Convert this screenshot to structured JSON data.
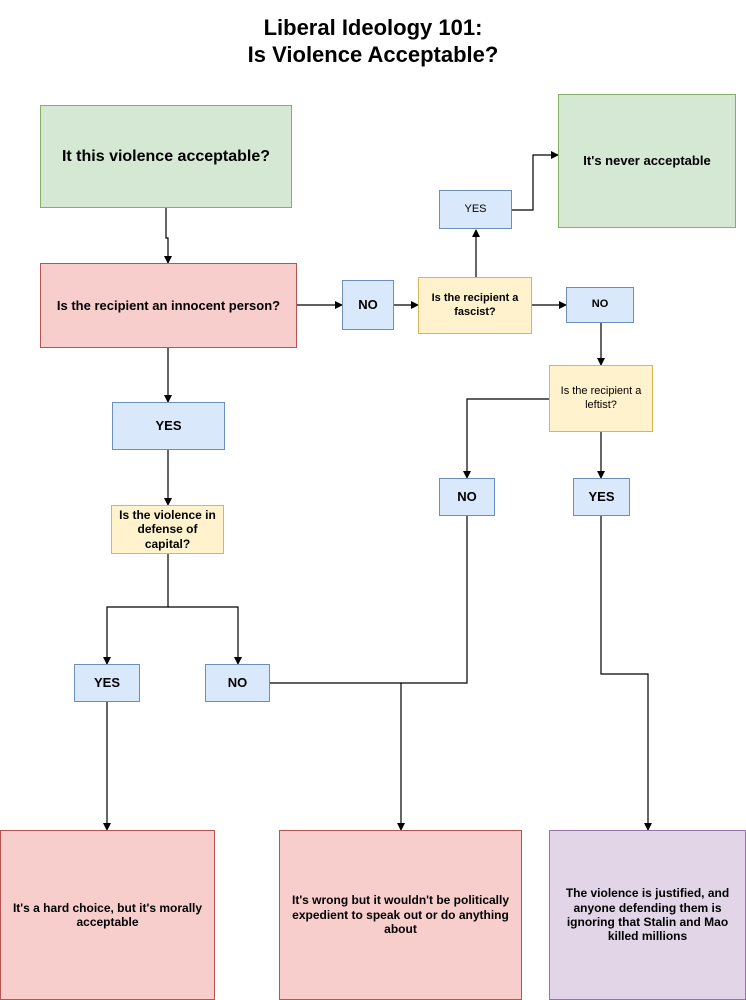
{
  "title": {
    "line1": "Liberal Ideology 101:",
    "line2": "Is Violence Acceptable?"
  },
  "colors": {
    "green": "#d5e8d4",
    "red": "#f8cecc",
    "blue": "#dae8fc",
    "yellow": "#fff2cc",
    "purple": "#e1d5e7"
  },
  "nodes": {
    "start": "It this violence acceptable?",
    "innocent": "Is the recipient an innocent person?",
    "no_innocent": "NO",
    "fascist": "Is the recipient a fascist?",
    "yes_fascist": "YES",
    "never": "It's never acceptable",
    "no_fascist": "NO",
    "leftist": "Is the recipient a leftist?",
    "no_leftist": "NO",
    "yes_leftist": "YES",
    "yes_innocent": "YES",
    "capital": "Is the violence in defense of capital?",
    "yes_capital": "YES",
    "no_capital": "NO",
    "hard_choice": "It's a hard choice, but it's morally acceptable",
    "wrong_but": "It's wrong but it wouldn't be politically expedient to speak out or do anything about",
    "justified": "The violence is justified, and anyone defending them is ignoring that Stalin and Mao killed millions"
  }
}
